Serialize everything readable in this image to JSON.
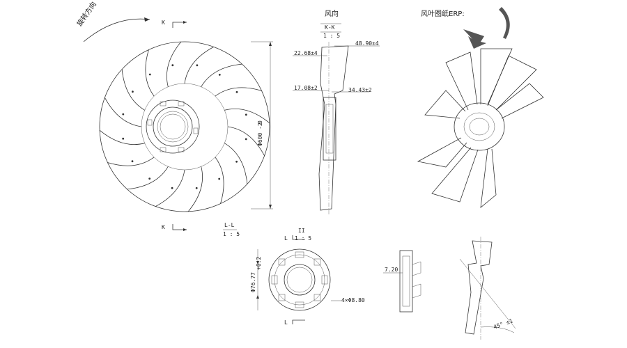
{
  "labels": {
    "rotation_direction": "旋转方向",
    "section_k_top": "K",
    "section_k_bottom": "K",
    "section_ll_title": "L-L",
    "section_ll_scale": "1 : 5",
    "diameter_600": "Φ600 -2",
    "diameter_tol": "0",
    "wind_direction": "风向",
    "kk_title": "K-K",
    "kk_scale": "1 : 5",
    "dim_22_68": "22.68±4",
    "dim_48_90": "48.90±4",
    "dim_17_08": "17.08±2",
    "dim_34_43": "34.43±2",
    "erp_title": "风叶图纸ERP:",
    "ii_title": "II",
    "ii_scale": "1 : 5",
    "l_top": "L",
    "l_bottom": "L",
    "dim_76_77": "Φ76.77",
    "dim_76_77_tol": "+0.2",
    "holes": "4×Φ8.80",
    "dim_7_20": "7.20",
    "angle_45": "45° ±1"
  }
}
